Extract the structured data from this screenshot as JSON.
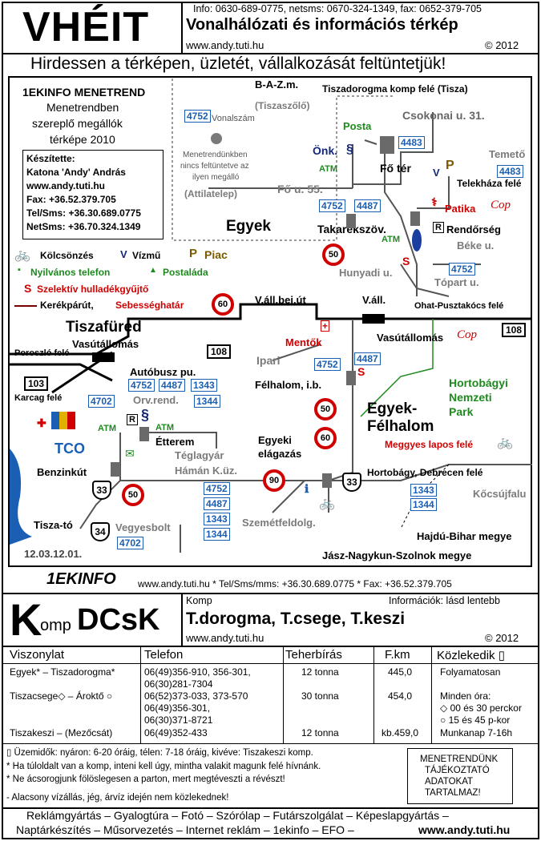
{
  "header": {
    "logo": "VHÉIT",
    "info_line": "Info: 0630-689-0775, netsms: 0670-324-1349, fax: 0652-379-705",
    "title": "Vonalhálózati és információs térkép",
    "url": "www.andy.tuti.hu",
    "year": "© 2012",
    "ad": "Hirdessen a térképen, üzletét, vállalkozását feltüntetjük!"
  },
  "map": {
    "infobox": {
      "brand": "1EKINFO MENETREND",
      "line1": "Menetrendben",
      "line2": "szereplő megállók",
      "line3": "térképe 2010",
      "made_by": "Készítette:",
      "author": "Katona 'Andy' András",
      "web": "www.andy.tuti.hu",
      "fax": "Fax: +36.52.379.705",
      "tel": "Tel/Sms: +36.30.689.0775",
      "netsms": "NetSms: +36.70.324.1349"
    },
    "legend": {
      "bike": "Kölcsönzés",
      "water": "Vízmű",
      "market": "Piac",
      "phone": "Nyilvános telefon",
      "post": "Postaláda",
      "waste": "Szelektív hulladékgyűjtő",
      "bikeway": "Kerékpárút,",
      "speedlimit": "Sebességhatár",
      "speed_sample": "60",
      "linenum_sample": "4752",
      "linenum_label": "Vonalszám",
      "missing1": "Menetrendünkben",
      "missing2": "nincs feltüntetve az",
      "missing3": "ilyen megálló",
      "attila": "(Attilatelep)"
    },
    "labels": {
      "bazm": "B-A-Z.m.",
      "tiszaszolo": "(Tiszaszőlő)",
      "komp_tisza": "Tiszadorogma komp felé (Tisza)",
      "csokonai": "Csokonai u. 31.",
      "posta": "Posta",
      "onk": "Önk.",
      "atm": "ATM",
      "foter": "Fő tér",
      "temeto": "Temető",
      "fou": "Fő u. 55.",
      "telekhaza": "Telekháza felé",
      "egyek": "Egyek",
      "patika": "Patika",
      "coop": "Cop",
      "takarek": "Takarékszöv.",
      "rendorseg": "Rendőrség",
      "bekeu": "Béke u.",
      "hunyadi": "Hunyadi u.",
      "toparth": "Tópart u.",
      "vallbej": "V.áll.bej.út",
      "vall": "V.áll.",
      "ohat": "Ohat-Pusztakócs felé",
      "tiszafured": "Tiszafüred",
      "poroszlo": "Poroszló felé",
      "vasutall1": "Vasútállomás",
      "mentok": "Mentők",
      "vasutall2": "Vasútállomás",
      "ipari": "Ipari",
      "karcag": "Karcag felé",
      "autobusz": "Autóbusz pu.",
      "orvrend": "Orv.rend.",
      "felhalom_ib": "Félhalom, i.b.",
      "hortobagyi1": "Hortobágyi",
      "hortobagyi2": "Nemzeti",
      "hortobagyi3": "Park",
      "egyekfelhalom1": "Egyek-",
      "egyekfelhalom2": "Félhalom",
      "meggyes": "Meggyes lapos felé",
      "etterem": "Étterem",
      "teglagyar": "Téglagyár",
      "haman": "Hámán K.üz.",
      "egyeki1": "Egyeki",
      "egyeki2": "elágazás",
      "hortobagy_deb": "Hortobágy, Debrecen felé",
      "kocsujfalu": "Kőcsújfalu",
      "benzinkut": "Benzinkút",
      "tco": "TCO",
      "tiszato": "Tisza-tó",
      "vegyesbolt": "Vegyesbolt",
      "szemet": "Szemétfeldolg.",
      "hajdu": "Hajdú-Bihar megye",
      "date": "12.03.12.01.",
      "jasz": "Jász-Nagykun-Szolnok megye"
    },
    "lines": {
      "a": "4752",
      "b": "4483",
      "c": "4483",
      "d": "4752",
      "e": "4487",
      "f": "4752",
      "g": "4752",
      "h": "4487",
      "i": "4752",
      "j": "4487",
      "k": "1343",
      "l": "4702",
      "m": "1344",
      "n": "4752",
      "o": "4487",
      "p": "1343",
      "q": "1344",
      "r": "1343",
      "s": "1344",
      "t": "4702"
    },
    "roads": {
      "r103": "103",
      "r108a": "108",
      "r108b": "108",
      "r33a": "33",
      "r33b": "33",
      "r34": "34"
    },
    "speeds": {
      "s60a": "60",
      "s50a": "50",
      "s50b": "50",
      "s60b": "60",
      "s90": "90",
      "s50c": "50"
    }
  },
  "footer_band": {
    "brand": "1EKINFO",
    "contact": "www.andy.tuti.hu * Tel/Sms/mms: +36.30.689.0775 * Fax: +36.52.379.705"
  },
  "komp": {
    "logo_k": "K",
    "logo_omp": "omp",
    "logo_dcsk": "DCsK",
    "komp_label": "Komp",
    "info_label": "Információk: lásd lentebb",
    "title": "T.dorogma, T.csege, T.keszi",
    "url": "www.andy.tuti.hu",
    "year": "© 2012",
    "columns": [
      "Viszonylat",
      "Telefon",
      "Teherbírás",
      "F.km",
      "Közlekedik ▯"
    ],
    "rows": [
      {
        "route": "Egyek* – Tiszadorogma*",
        "phone1": "06(49)356-910, 356-301,",
        "phone2": "06(30)281-7304",
        "phone3": "",
        "load": "12 tonna",
        "fkm": "445,0",
        "run1": "Folyamatosan",
        "run2": "",
        "run3": ""
      },
      {
        "route": "Tiszacsege◇ – Ároktő ○",
        "phone1": "06(52)373-033, 373-570",
        "phone2": "06(49)356-301,",
        "phone3": "06(30)371-8721",
        "load": "30 tonna",
        "fkm": "454,0",
        "run1": "Minden óra:",
        "run2": "◇ 00 és 30 perckor",
        "run3": "○ 15 és 45 p-kor"
      },
      {
        "route": "Tiszakeszi – (Mezőcsát)",
        "phone1": "06(49)352-433",
        "phone2": "",
        "phone3": "",
        "load": "12 tonna",
        "fkm": "kb.459,0",
        "run1": "Munkanap 7-16h",
        "run2": "",
        "run3": ""
      }
    ],
    "notes": [
      "▯ Üzemidők: nyáron: 6-20 óráig, télen: 7-18 óráig, kivéve: Tiszakeszi komp.",
      "* Ha túloldalt van a komp, inteni kell úgy, mintha valakit magunk felé hívnánk.",
      "* Ne ácsorogjunk fölöslegesen a parton, mert megtéveszti a révészt!",
      "- Alacsony vízállás, jég, árvíz idején nem közlekednek!"
    ],
    "box": [
      "MENETRENDÜNK",
      "TÁJÉKOZTATÓ",
      "ADATOKAT",
      "TARTALMAZ!"
    ]
  },
  "bottom": {
    "line1": "Reklámgyártás – Gyalogtúra – Fotó – Szórólap – Futárszolgálat – Képeslapgyártás –",
    "line2a": "Naptárkészítés – Műsorvezetés – Internet reklám – 1ekinfo – EFO –",
    "line2b": "www.andy.tuti.hu"
  }
}
